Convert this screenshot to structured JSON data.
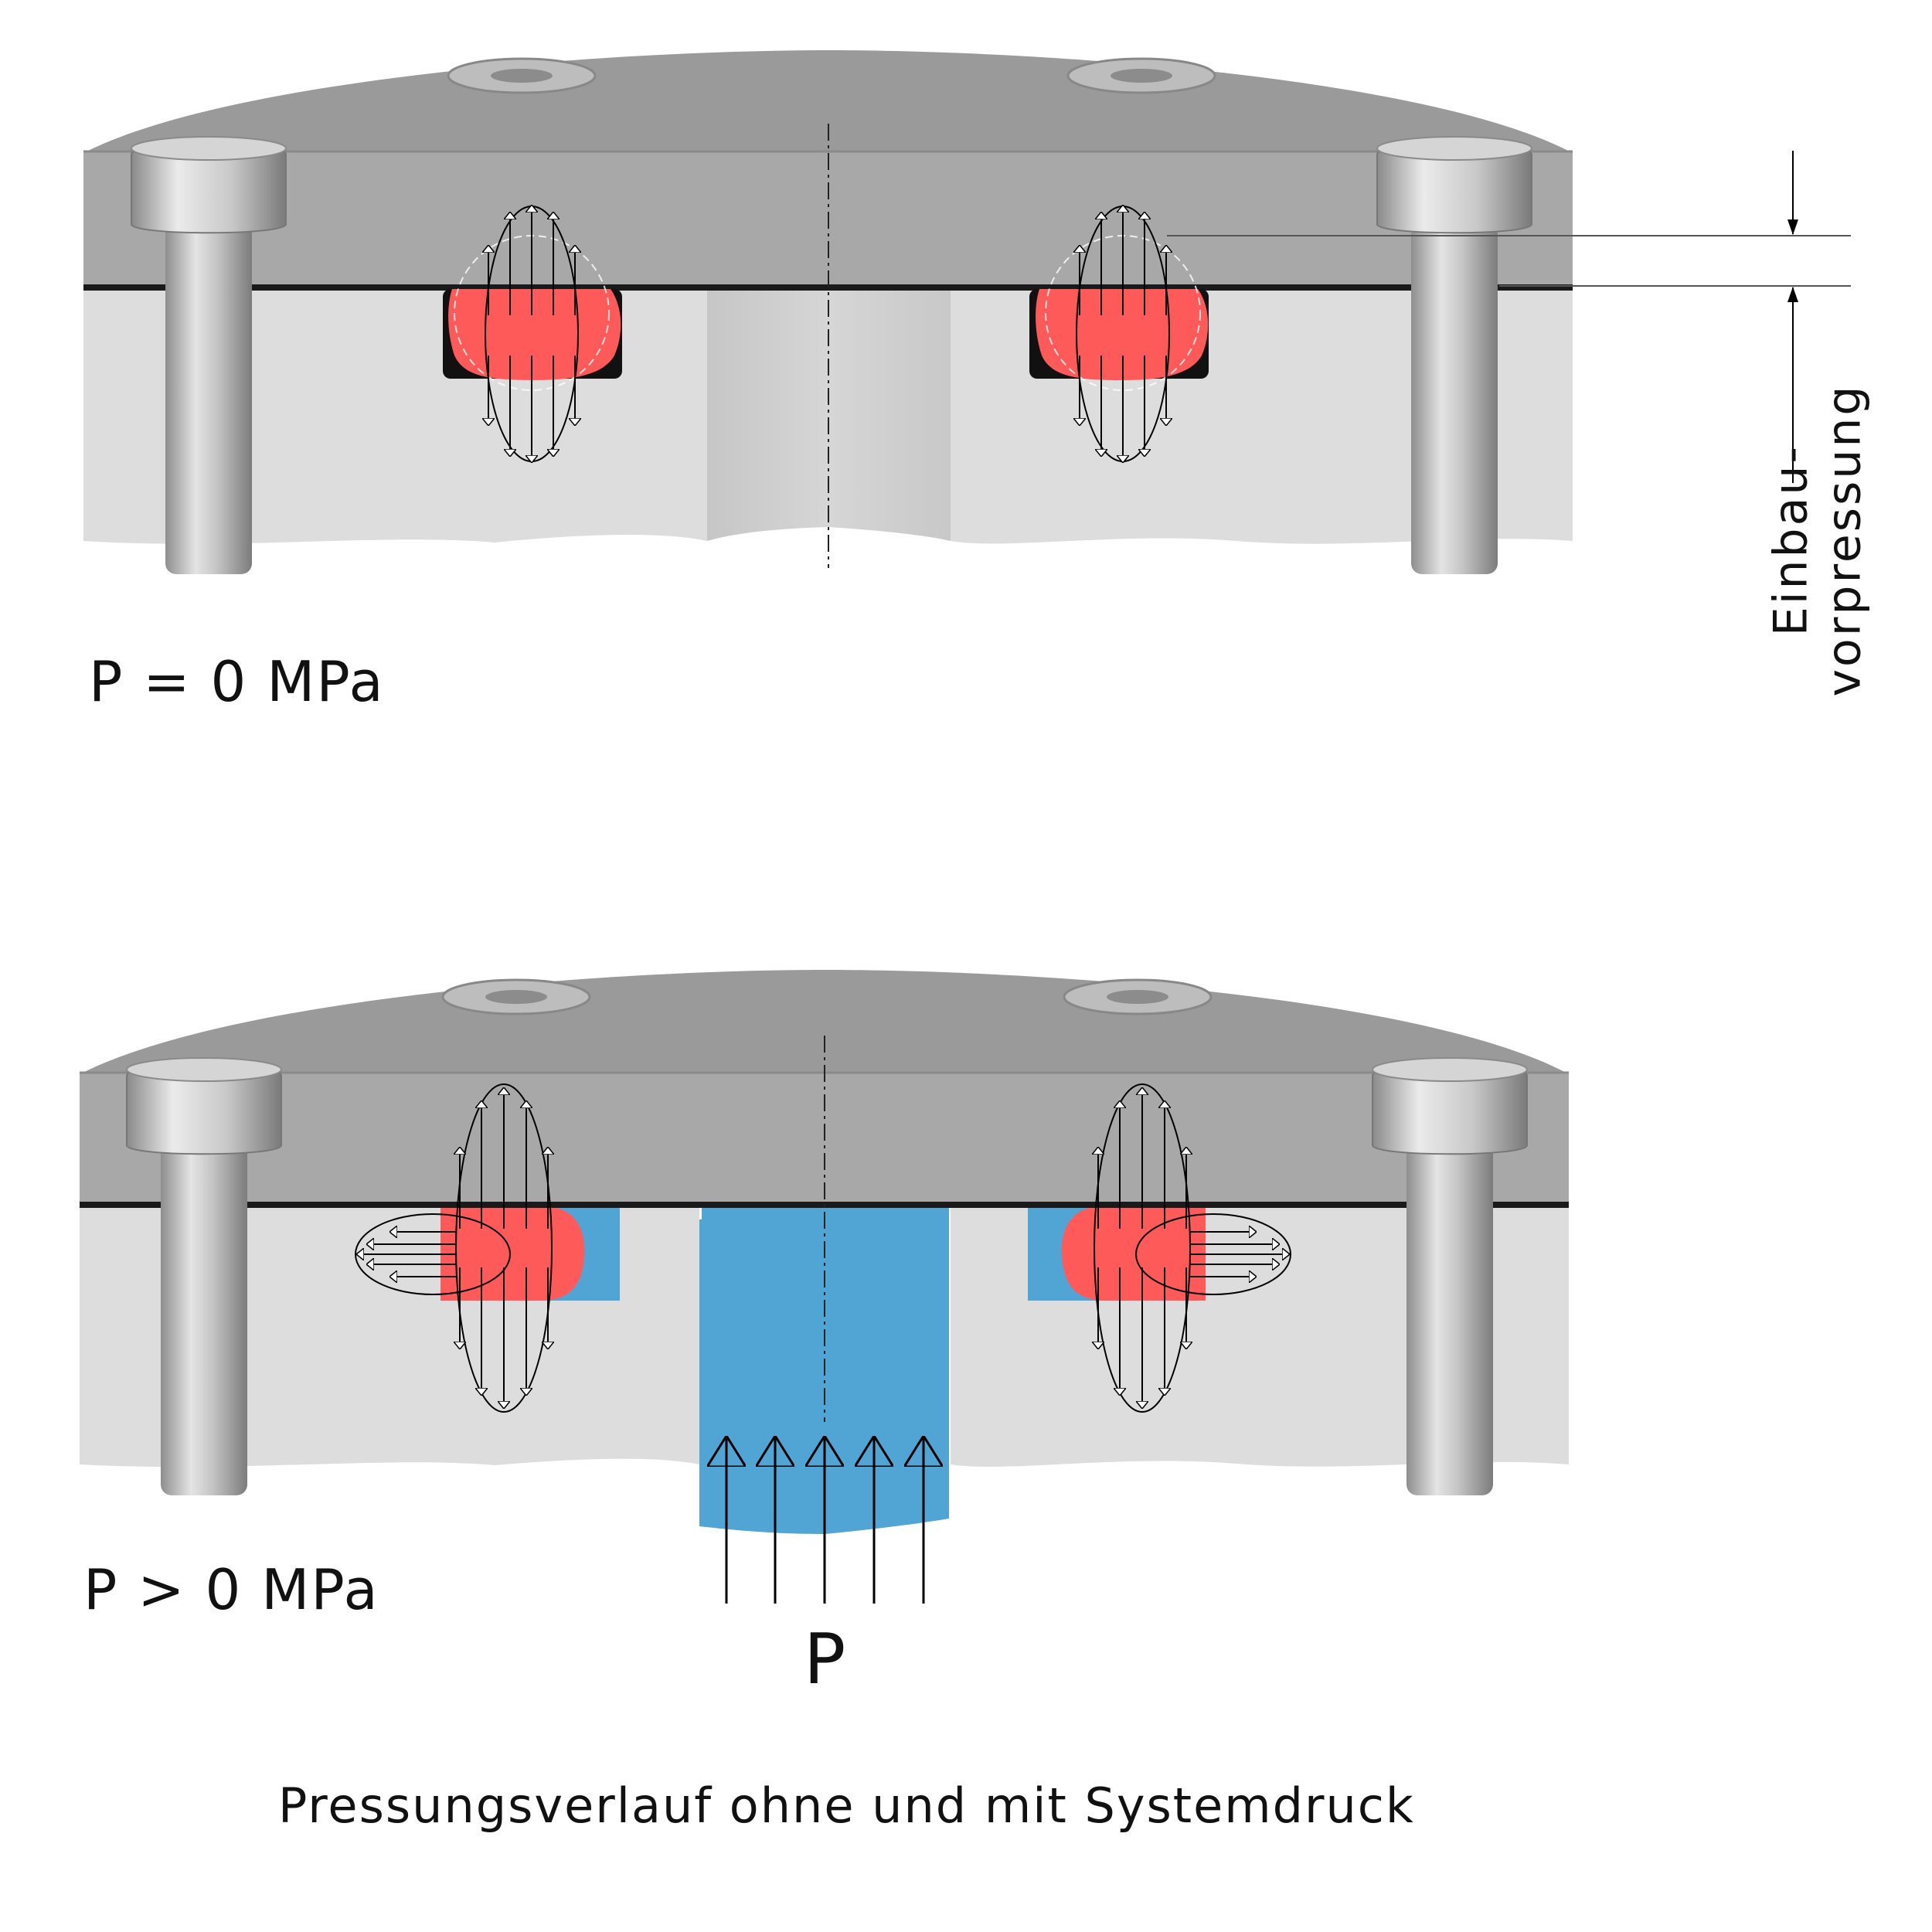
{
  "labels": {
    "state_unpressurized": "P = 0 MPa",
    "state_pressurized": "P > 0 MPa",
    "pressure_symbol": "P",
    "caption": "Pressungsverlauf ohne und mit Systemdruck",
    "preload_line1": "Einbau-",
    "preload_line2": "vorpressung"
  },
  "colors": {
    "seal": "#ff5a5a",
    "fluid": "#50a5d5",
    "flange_top": "#999999",
    "flange_face": "#a7a7a7",
    "flange_lower": "#dcdcdc",
    "bolt": "#b9b9b9"
  }
}
